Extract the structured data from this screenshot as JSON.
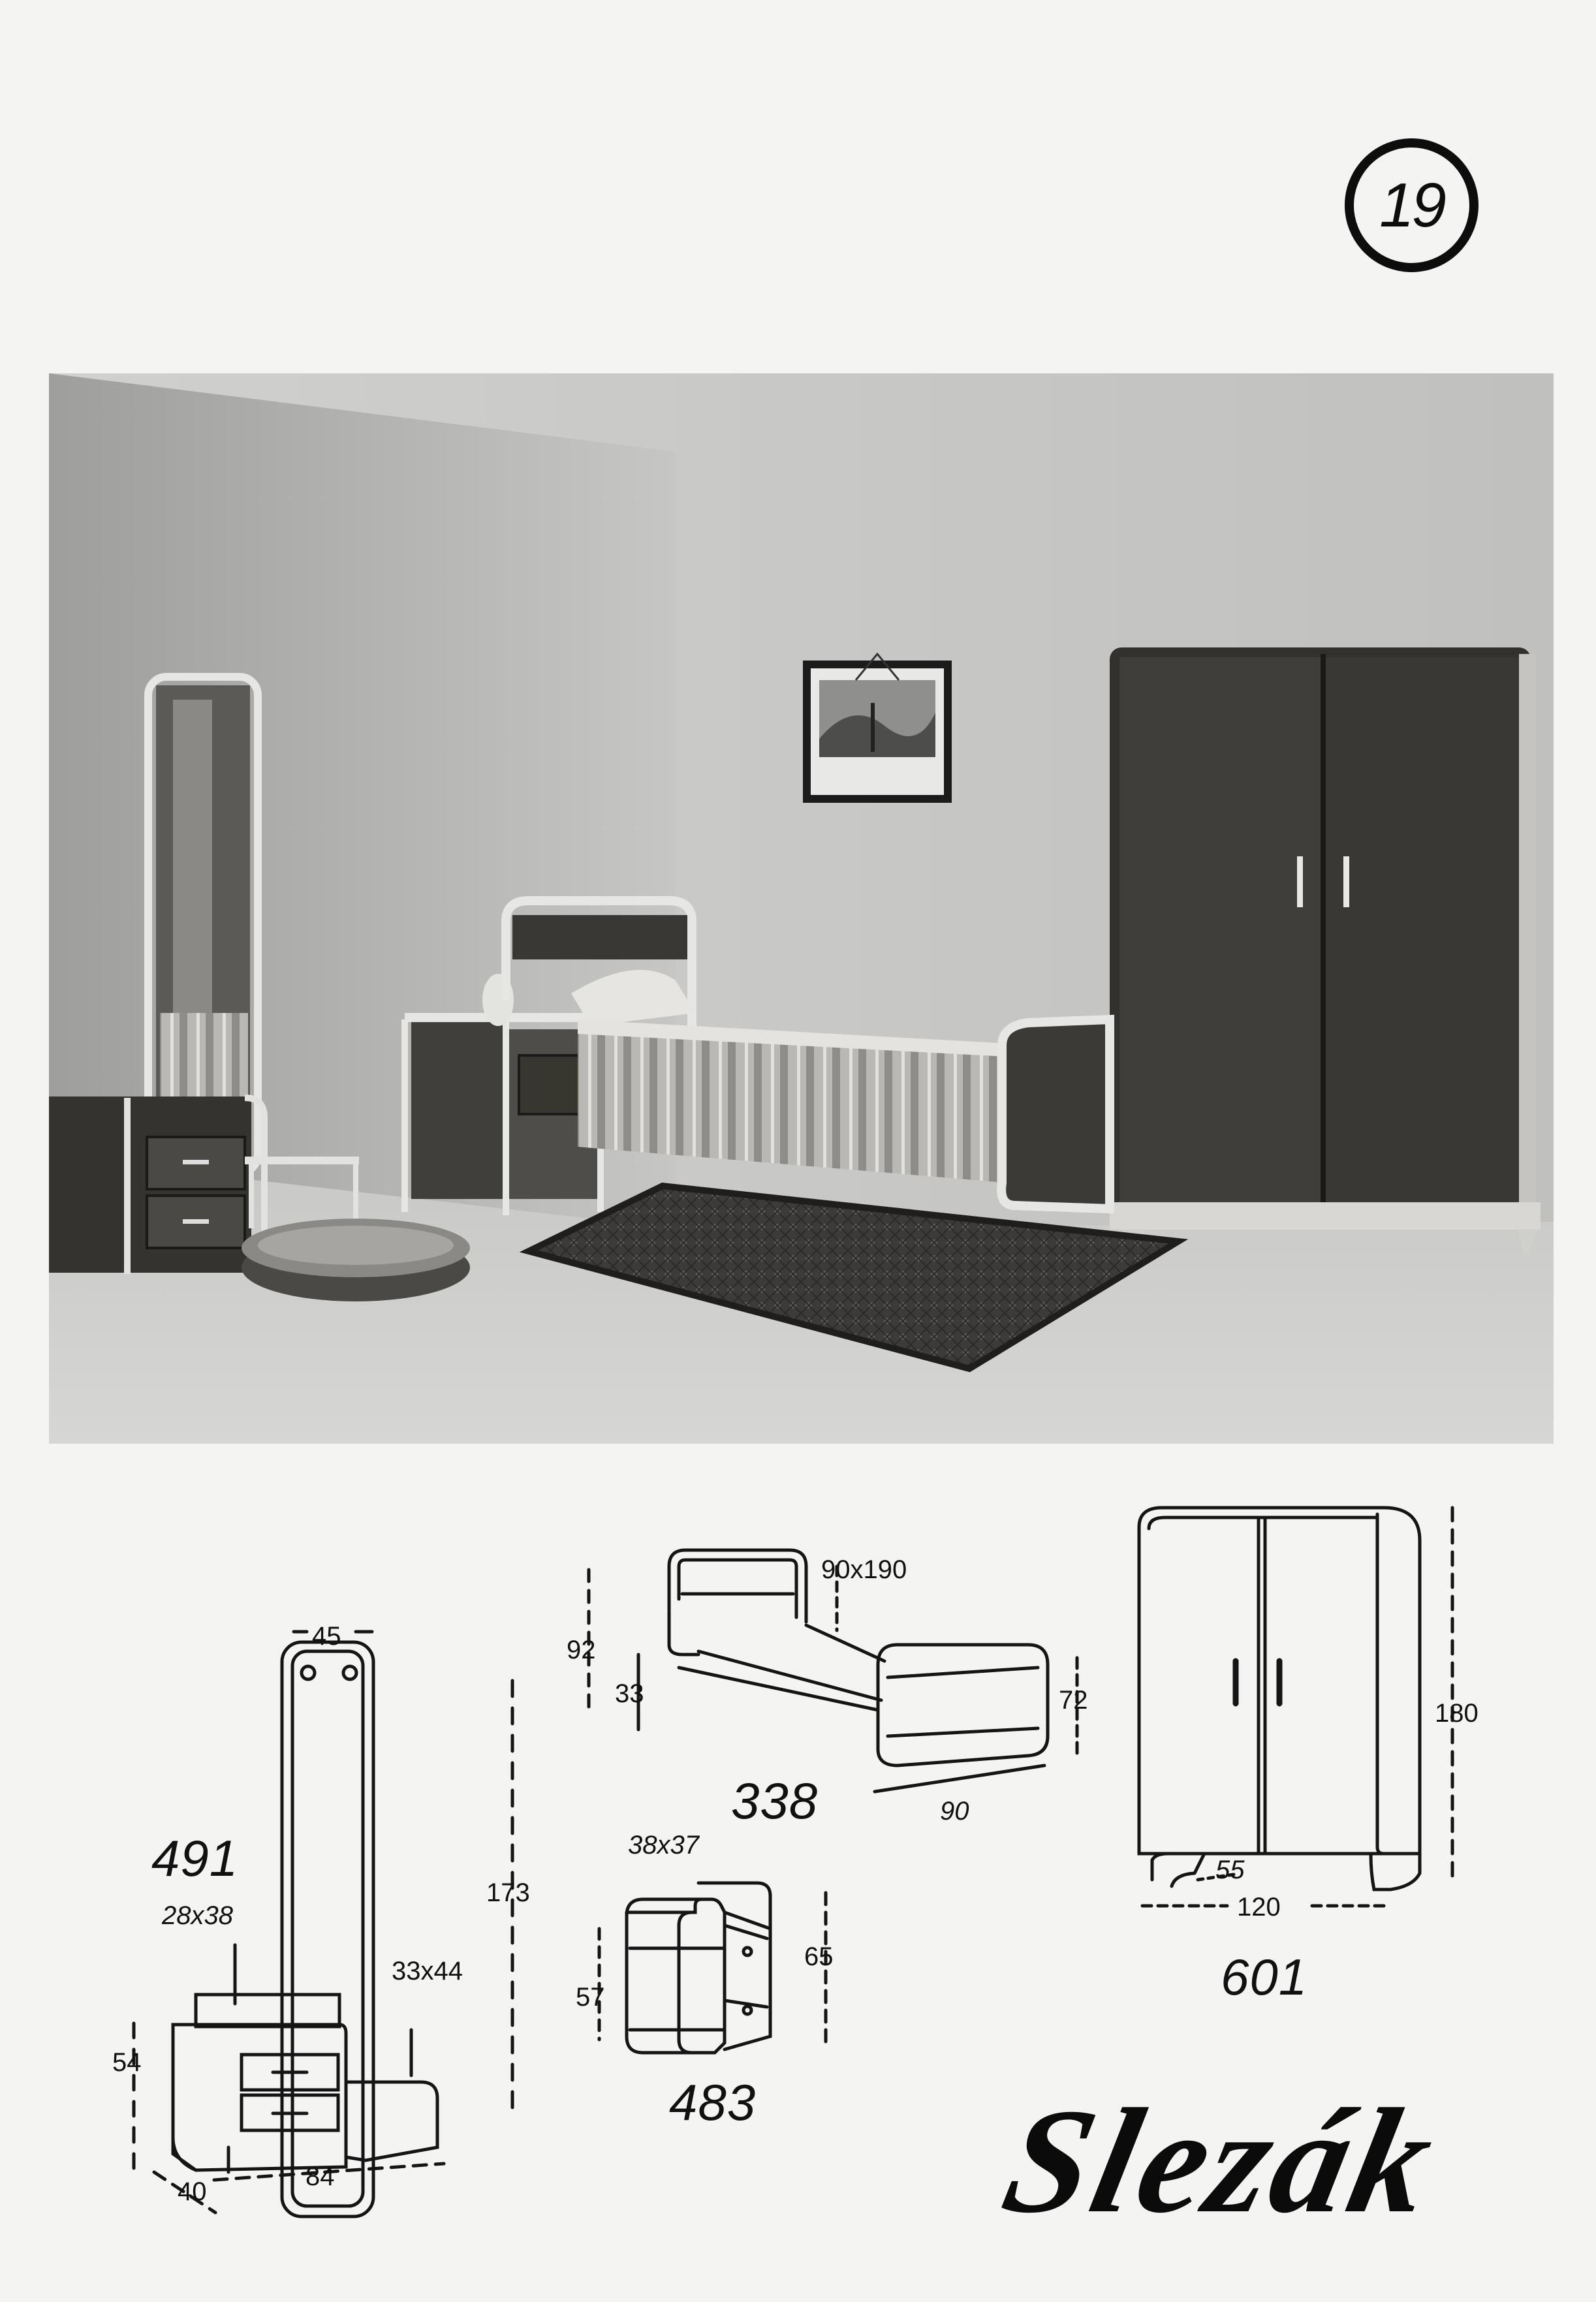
{
  "page_number": "19",
  "brand": "Slezák",
  "products": [
    {
      "model": "491",
      "dims": {
        "width": "45",
        "height": "173",
        "shelf": "28x38",
        "bench": "33x44",
        "chest_height": "54",
        "depth": "40",
        "length": "84"
      }
    },
    {
      "model": "338",
      "dims": {
        "mattress": "90x190",
        "head": "92",
        "rail": "33",
        "foot": "72",
        "width": "90"
      }
    },
    {
      "model": "483",
      "dims": {
        "top": "38x37",
        "front": "57",
        "height": "65"
      }
    },
    {
      "model": "601",
      "dims": {
        "height": "180",
        "width": "120",
        "depth": "55"
      }
    }
  ],
  "colors": {
    "ink": "#111111",
    "paper": "#f4f4f2",
    "photo_wall": "#c2c2c0",
    "dark_wood": "#3a3835"
  }
}
